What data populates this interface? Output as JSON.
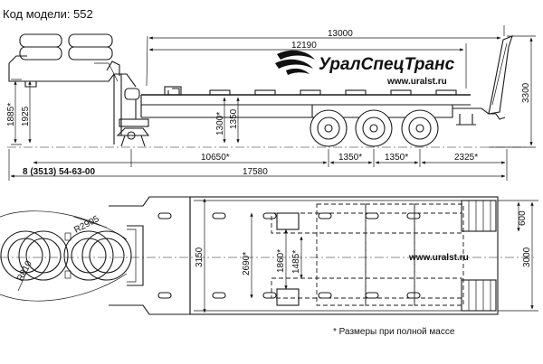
{
  "header": {
    "model_code": "Код модели: 552"
  },
  "brand": {
    "name": "УралСпецТранс",
    "website_top": "www.uralst.ru",
    "website_bottom": "www.uralst.ru"
  },
  "phone": "8 (3513) 54-63-00",
  "footnote": "* Размеры при полной массе",
  "side_dims": {
    "overall_length": "13000",
    "platform_length": "12190",
    "axle_from_kingpin": "10650*",
    "axle_spacing_1": "1350*",
    "axle_spacing_2": "1350*",
    "rear_overhang": "2325*",
    "total_length": "17580",
    "deck_height": "1885*",
    "coupling_height": "1925",
    "platform_height": "1300*",
    "gooseneck_height": "1350",
    "ramp_height": "3300"
  },
  "top_dims": {
    "overall_width": "3150",
    "ramp_width": "3000",
    "ramp_section": "600",
    "wheel_track": "2690*",
    "inner_track": "1860*",
    "inner_width": "1485*",
    "swing_radius": "R2905",
    "kingpin_radius": "R810"
  }
}
